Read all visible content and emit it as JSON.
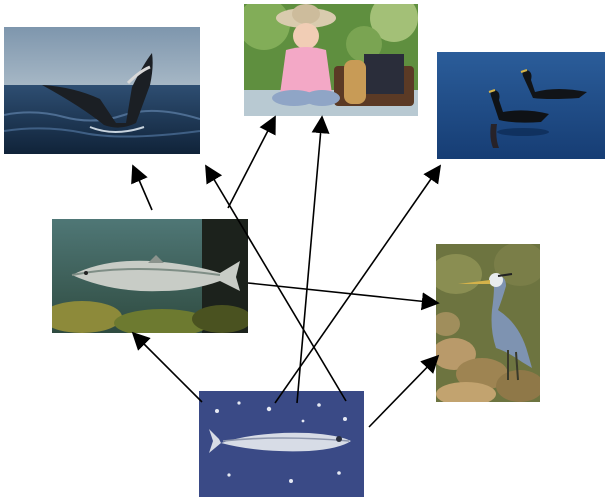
{
  "diagram": {
    "nodes": [
      {
        "id": "whale",
        "icon": "whale-tail-photo"
      },
      {
        "id": "girl",
        "icon": "girl-picnic-photo"
      },
      {
        "id": "cormorants",
        "icon": "cormorants-photo"
      },
      {
        "id": "salmon",
        "icon": "salmon-photo"
      },
      {
        "id": "heron",
        "icon": "heron-photo"
      },
      {
        "id": "herring",
        "icon": "herring-photo"
      }
    ],
    "edges": [
      {
        "from": "salmon",
        "to": "whale"
      },
      {
        "from": "salmon",
        "to": "girl"
      },
      {
        "from": "salmon",
        "to": "heron"
      },
      {
        "from": "herring",
        "to": "salmon"
      },
      {
        "from": "herring",
        "to": "whale"
      },
      {
        "from": "herring",
        "to": "girl"
      },
      {
        "from": "herring",
        "to": "cormorants"
      },
      {
        "from": "herring",
        "to": "heron"
      }
    ],
    "colors": {
      "arrow": "#000000",
      "water_dark": "#1d3550",
      "sky": "#8aa3b8",
      "herring_bg": "#3a4a86",
      "grass": "#5e8f3e"
    }
  }
}
